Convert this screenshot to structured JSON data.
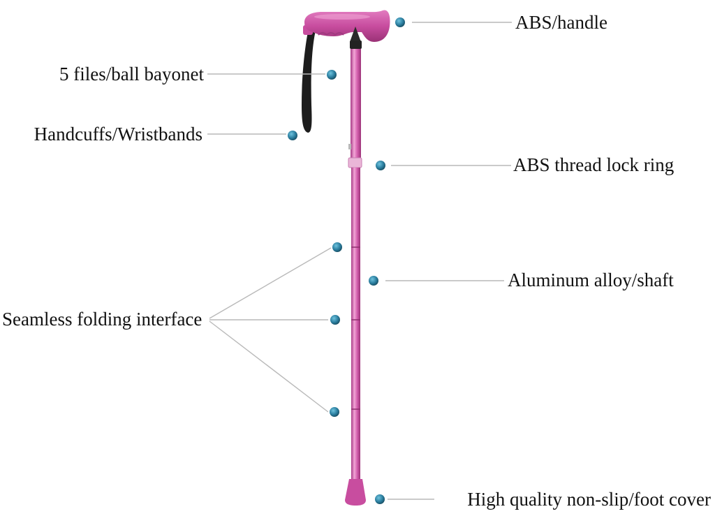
{
  "callouts": {
    "handle": "ABS/handle",
    "bayonet": "5 files/ball bayonet",
    "wristband": "Handcuffs/Wristbands",
    "lock_ring": "ABS thread lock ring",
    "shaft": "Aluminum alloy/shaft",
    "folding": "Seamless folding interface",
    "foot": "High quality non-slip/foot cover"
  },
  "colors": {
    "cane_pink": "#d45fae",
    "cane_highlight": "#f2a6d6",
    "cane_shadow": "#a83a86",
    "cap_black": "#222222",
    "marker_dot": "#2a7d9e",
    "leader_line": "#b9b9b9"
  }
}
